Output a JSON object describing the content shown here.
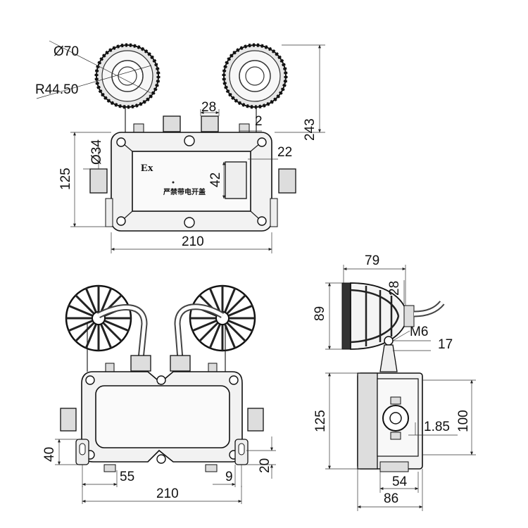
{
  "front_view": {
    "ex_mark": "Ex",
    "panel_label": "严禁带电开盖",
    "dims": {
      "lamp_diameter": "Ø70",
      "lamp_radius": "R44.50",
      "gland_spacing": "28",
      "gap": "2",
      "height_total": "243",
      "height_body": "125",
      "side_diameter": "Ø34",
      "window_height": "42",
      "window_offset": "22",
      "width": "210"
    }
  },
  "rear_view": {
    "dims": {
      "foot_height": "40",
      "hole_offset": "55",
      "foot_width": "9",
      "foot_thickness": "20",
      "width": "210"
    }
  },
  "side_view": {
    "dims": {
      "lamp_depth": "79",
      "lamp_height": "89",
      "bracket": "28",
      "bolt": "M6",
      "bolt_offset": "17",
      "height_body": "125",
      "height_inner": "100",
      "boss": "1.85",
      "depth_inner": "54",
      "depth_total": "86"
    }
  }
}
